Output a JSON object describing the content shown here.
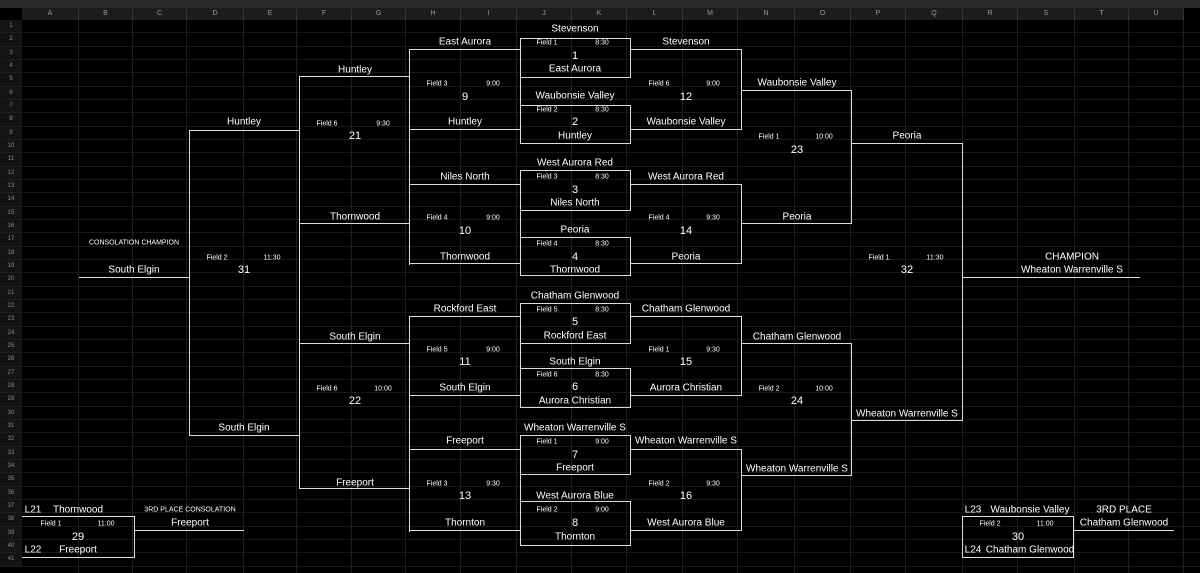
{
  "columns": [
    "A",
    "B",
    "C",
    "D",
    "E",
    "F",
    "G",
    "H",
    "I",
    "J",
    "K",
    "L",
    "M",
    "N",
    "O",
    "P",
    "Q",
    "R",
    "S",
    "T",
    "U"
  ],
  "rows": [
    "1",
    "2",
    "3",
    "4",
    "5",
    "6",
    "7",
    "8",
    "9",
    "10",
    "11",
    "12",
    "13",
    "14",
    "15",
    "16",
    "17",
    "18",
    "19",
    "20",
    "21",
    "22",
    "23",
    "24",
    "25",
    "26",
    "27",
    "28",
    "29",
    "30",
    "31",
    "32",
    "33",
    "34",
    "35",
    "36",
    "37",
    "38",
    "39",
    "40",
    "41"
  ],
  "games": {
    "g1": {
      "top": "Stevenson",
      "field": "Field 1",
      "time": "8:30",
      "num": "1",
      "bottom": "East Aurora"
    },
    "g2": {
      "top": "Waubonsie Valley",
      "field": "Field 2",
      "time": "8:30",
      "num": "2",
      "bottom": "Huntley"
    },
    "g3": {
      "top": "West Aurora Red",
      "field": "Field 3",
      "time": "8:30",
      "num": "3",
      "bottom": "Niles North"
    },
    "g4": {
      "top": "Peoria",
      "field": "Field 4",
      "time": "8:30",
      "num": "4",
      "bottom": "Thornwood"
    },
    "g5": {
      "top": "Chatham Glenwood",
      "field": "Field 5",
      "time": "8:30",
      "num": "5",
      "bottom": "Rockford East"
    },
    "g6": {
      "top": "South Elgin",
      "field": "Field 6",
      "time": "8:30",
      "num": "6",
      "bottom": "Aurora Christian"
    },
    "g7": {
      "top": "Wheaton Warrenville S",
      "field": "Field 1",
      "time": "9:00",
      "num": "7",
      "bottom": "Freeport"
    },
    "g8": {
      "top": "West Aurora Blue",
      "field": "Field 2",
      "time": "9:00",
      "num": "8",
      "bottom": "Thornton"
    },
    "g9": {
      "top": "East Aurora",
      "field": "Field 3",
      "time": "9:00",
      "num": "9",
      "bottom": "Huntley"
    },
    "g10": {
      "top": "Niles North",
      "field": "Field 4",
      "time": "9:00",
      "num": "10",
      "bottom": "Thornwood"
    },
    "g11": {
      "top": "Rockford East",
      "field": "Field 5",
      "time": "9:00",
      "num": "11",
      "bottom": "South Elgin"
    },
    "g13": {
      "top": "Freeport",
      "field": "Field 3",
      "time": "9:30",
      "num": "13",
      "bottom": "Thornton"
    },
    "g12": {
      "top": "Stevenson",
      "field": "Field 6",
      "time": "9:00",
      "num": "12",
      "bottom": "Waubonsie Valley"
    },
    "g14": {
      "top": "West Aurora Red",
      "field": "Field 4",
      "time": "9:30",
      "num": "14",
      "bottom": "Peoria"
    },
    "g15": {
      "top": "Chatham Glenwood",
      "field": "Field 1",
      "time": "9:30",
      "num": "15",
      "bottom": "Aurora Christian"
    },
    "g16": {
      "top": "Wheaton Warrenville S",
      "field": "Field 2",
      "time": "9:30",
      "num": "16",
      "bottom": "West Aurora Blue"
    },
    "g21": {
      "top": "Huntley",
      "field": "Field 6",
      "time": "9:30",
      "num": "21",
      "bottom": "Thornwood"
    },
    "g22": {
      "top": "South Elgin",
      "field": "Field 6",
      "time": "10:00",
      "num": "22",
      "bottom": "Freeport"
    },
    "g23": {
      "top": "Waubonsie Valley",
      "field": "Field 1",
      "time": "10:00",
      "num": "23",
      "bottom": "Peoria"
    },
    "g24": {
      "top": "Chatham Glenwood",
      "field": "Field 2",
      "time": "10:00",
      "num": "24",
      "bottom": "Wheaton Warrenville S"
    },
    "g31": {
      "top": "Huntley",
      "field": "Field 2",
      "time": "11:30",
      "num": "31",
      "bottom": "South Elgin"
    },
    "g32": {
      "top": "Peoria",
      "field": "Field 1",
      "time": "11:30",
      "num": "32",
      "bottom": "Wheaton Warrenville S"
    },
    "g29": {
      "top_tag": "L21",
      "top": "Thornwood",
      "field": "Field 1",
      "time": "11:00",
      "num": "29",
      "bottom_tag": "L22",
      "bottom": "Freeport"
    },
    "g30": {
      "top_tag": "L23",
      "top": "Waubonsie Valley",
      "field": "Field 2",
      "time": "11:00",
      "num": "30",
      "bottom_tag": "L24",
      "bottom": "Chatham Glenwood"
    }
  },
  "consolation": {
    "label": "CONSOLATION CHAMPION",
    "team": "South Elgin"
  },
  "champion": {
    "label": "CHAMPION",
    "team": "Wheaton Warrenville S"
  },
  "third_consolation": {
    "label": "3RD PLACE CONSOLATION",
    "team": "Freeport"
  },
  "third_place": {
    "label": "3RD PLACE",
    "team": "Chatham Glenwood"
  }
}
